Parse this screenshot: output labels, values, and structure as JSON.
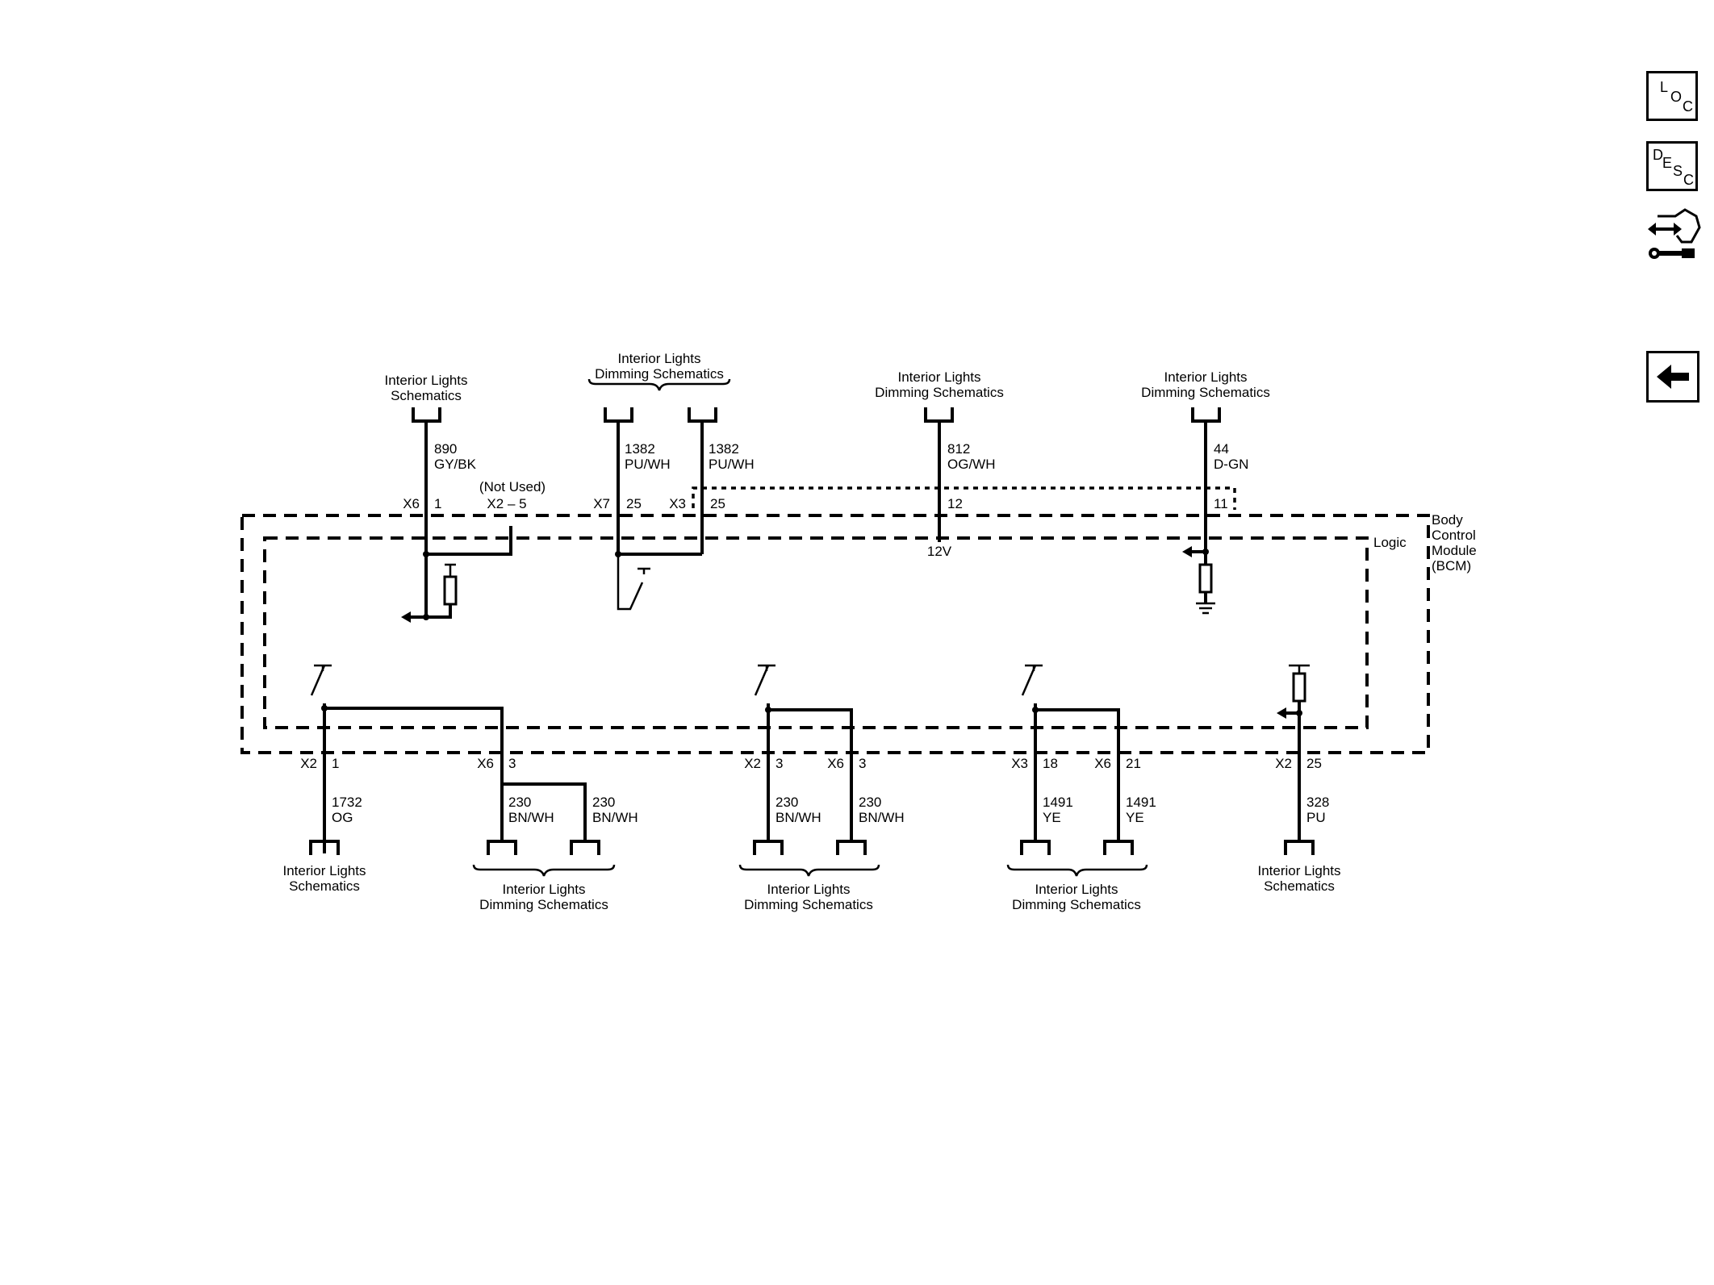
{
  "nav": {
    "loc": {
      "l1": "L",
      "l2": "O",
      "l3": "C"
    },
    "desc": {
      "l1": "D",
      "l2": "E",
      "l3": "S",
      "l4": "C"
    },
    "connector_icon": "connector-wrench-icon",
    "back_icon": "back-arrow-icon"
  },
  "module": {
    "name_1": "Body",
    "name_2": "Control",
    "name_3": "Module",
    "name_4": "(BCM)",
    "logic": "Logic",
    "supply": "12V"
  },
  "top": {
    "dest_a_1": "Interior Lights",
    "dest_a_2": "Schematics",
    "dest_b_1": "Interior Lights",
    "dest_b_2": "Dimming Schematics",
    "dest_c_1": "Interior Lights",
    "dest_c_2": "Dimming Schematics",
    "dest_d_1": "Interior Lights",
    "dest_d_2": "Dimming Schematics",
    "w1_num": "890",
    "w1_color": "GY/BK",
    "w2_num": "1382",
    "w2_color": "PU/WH",
    "w3_num": "1382",
    "w3_color": "PU/WH",
    "w4_num": "812",
    "w4_color": "OG/WH",
    "w5_num": "44",
    "w5_color": "D-GN",
    "not_used": "(Not Used)",
    "x2_5": "X2 – 5",
    "c1_conn": "X6",
    "c1_pin": "1",
    "c2_conn": "X7",
    "c2_pin": "25",
    "c3_conn": "X3",
    "c3_pin": "25",
    "c4_pin": "12",
    "c5_pin": "11"
  },
  "bottom": {
    "b1_conn": "X2",
    "b1_pin": "1",
    "b1_num": "1732",
    "b1_color": "OG",
    "b2_conn": "X6",
    "b2_pin": "3",
    "b2a_num": "230",
    "b2a_color": "BN/WH",
    "b2b_num": "230",
    "b2b_color": "BN/WH",
    "b3_conn": "X2",
    "b3_pin": "3",
    "b3_num": "230",
    "b3_color": "BN/WH",
    "b4_conn": "X6",
    "b4_pin": "3",
    "b4_num": "230",
    "b4_color": "BN/WH",
    "b5_conn": "X3",
    "b5_pin": "18",
    "b5_num": "1491",
    "b5_color": "YE",
    "b6_conn": "X6",
    "b6_pin": "21",
    "b6_num": "1491",
    "b6_color": "YE",
    "b7_conn": "X2",
    "b7_pin": "25",
    "b7_num": "328",
    "b7_color": "PU",
    "dest_1_1": "Interior Lights",
    "dest_1_2": "Schematics",
    "dest_2_1": "Interior Lights",
    "dest_2_2": "Dimming Schematics",
    "dest_3_1": "Interior Lights",
    "dest_3_2": "Dimming Schematics",
    "dest_4_1": "Interior Lights",
    "dest_4_2": "Dimming Schematics",
    "dest_5_1": "Interior Lights",
    "dest_5_2": "Schematics"
  }
}
